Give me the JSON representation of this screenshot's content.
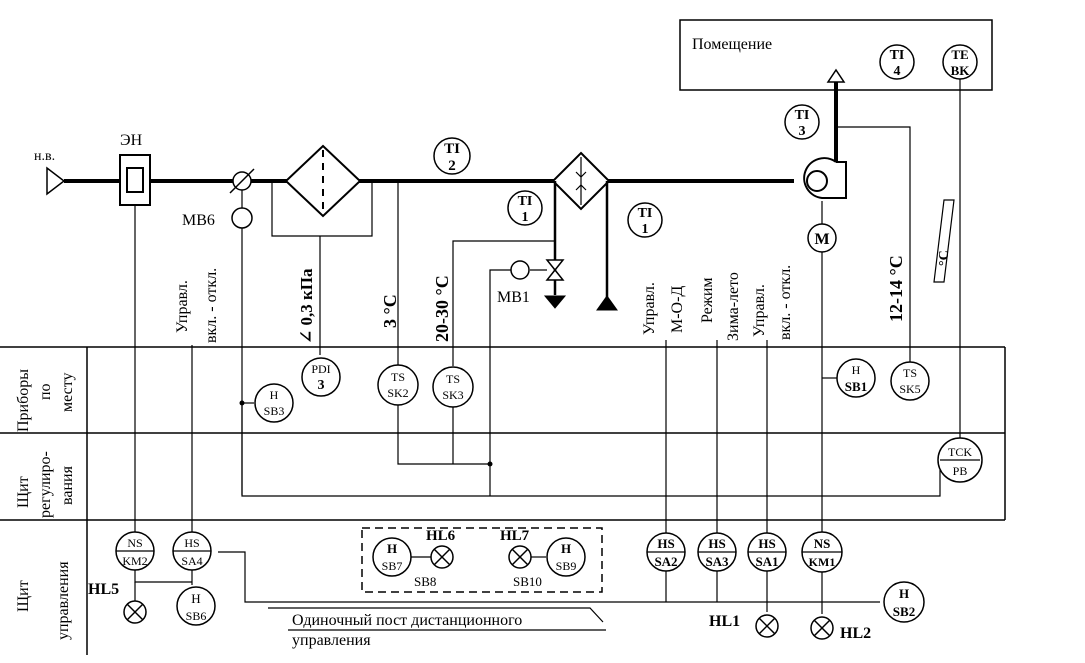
{
  "room": {
    "label": "Помещение"
  },
  "outside_air": "н.в.",
  "heater_label": "ЭН",
  "damper_label": "МВ6",
  "valve_label": "МВ1",
  "instruments_top": {
    "ti2": [
      "TI",
      "2"
    ],
    "ti1a": [
      "TI",
      "1"
    ],
    "ti1b": [
      "TI",
      "1"
    ],
    "ti3": [
      "TI",
      "3"
    ],
    "ti4": [
      "TI",
      "4"
    ],
    "tebk": [
      "TE",
      "BK"
    ],
    "motor": "M"
  },
  "vertical_notes": {
    "mv6_ctrl_1": "Управл.",
    "mv6_ctrl_2": "вкл. - откл.",
    "pdi_setpoint": "∠ 0,3 кПа",
    "ts_sk2_setpoint": "3 °С",
    "ts_sk3_setpoint": "20-30 °С",
    "mod_1": "Управл.",
    "mod_2": "М-О-Д",
    "mode_1": "Режим",
    "mode_2": "Зима-лето",
    "fan_ctrl_1": "Управл.",
    "fan_ctrl_2": "вкл. - откл.",
    "ts_sk5_setpoint": "12-14 °С",
    "room_temp": "°С"
  },
  "rows": {
    "local": "Приборы по месту",
    "local_lines": [
      "Приборы",
      "по",
      "месту"
    ],
    "regulation_lines": [
      "Щит",
      "регулиро-",
      "вания"
    ],
    "control_lines": [
      "Щит",
      "управления"
    ]
  },
  "local_instruments": {
    "pdi3": [
      "PDI",
      "3"
    ],
    "h_sb3": [
      "H",
      "SB3"
    ],
    "ts_sk2": [
      "TS",
      "SK2"
    ],
    "ts_sk3": [
      "TS",
      "SK3"
    ],
    "h_sb1": [
      "H",
      "SB1"
    ],
    "ts_sk5": [
      "TS",
      "SK5"
    ]
  },
  "regulation_instruments": {
    "tck_pb": [
      "TCK",
      "PB"
    ]
  },
  "control_instruments": {
    "ns_km2": [
      "NS",
      "KM2"
    ],
    "hs_sa4": [
      "HS",
      "SA4"
    ],
    "h_sb6": [
      "H",
      "SB6"
    ],
    "hl5": "HL5",
    "h_sb7": [
      "H",
      "SB7"
    ],
    "sb8": "SB8",
    "hl6": "HL6",
    "hl7": "HL7",
    "sb10": "SB10",
    "h_sb9": [
      "H",
      "SB9"
    ],
    "hs_sa2": [
      "HS",
      "SA2"
    ],
    "hs_sa3": [
      "HS",
      "SA3"
    ],
    "hs_sa1": [
      "HS",
      "SA1"
    ],
    "ns_km1": [
      "NS",
      "KM1"
    ],
    "h_sb2": [
      "H",
      "SB2"
    ],
    "hl1": "HL1",
    "hl2": "HL2"
  },
  "remote_post_caption_1": "Одиночный пост дистанционного",
  "remote_post_caption_2": "управления"
}
